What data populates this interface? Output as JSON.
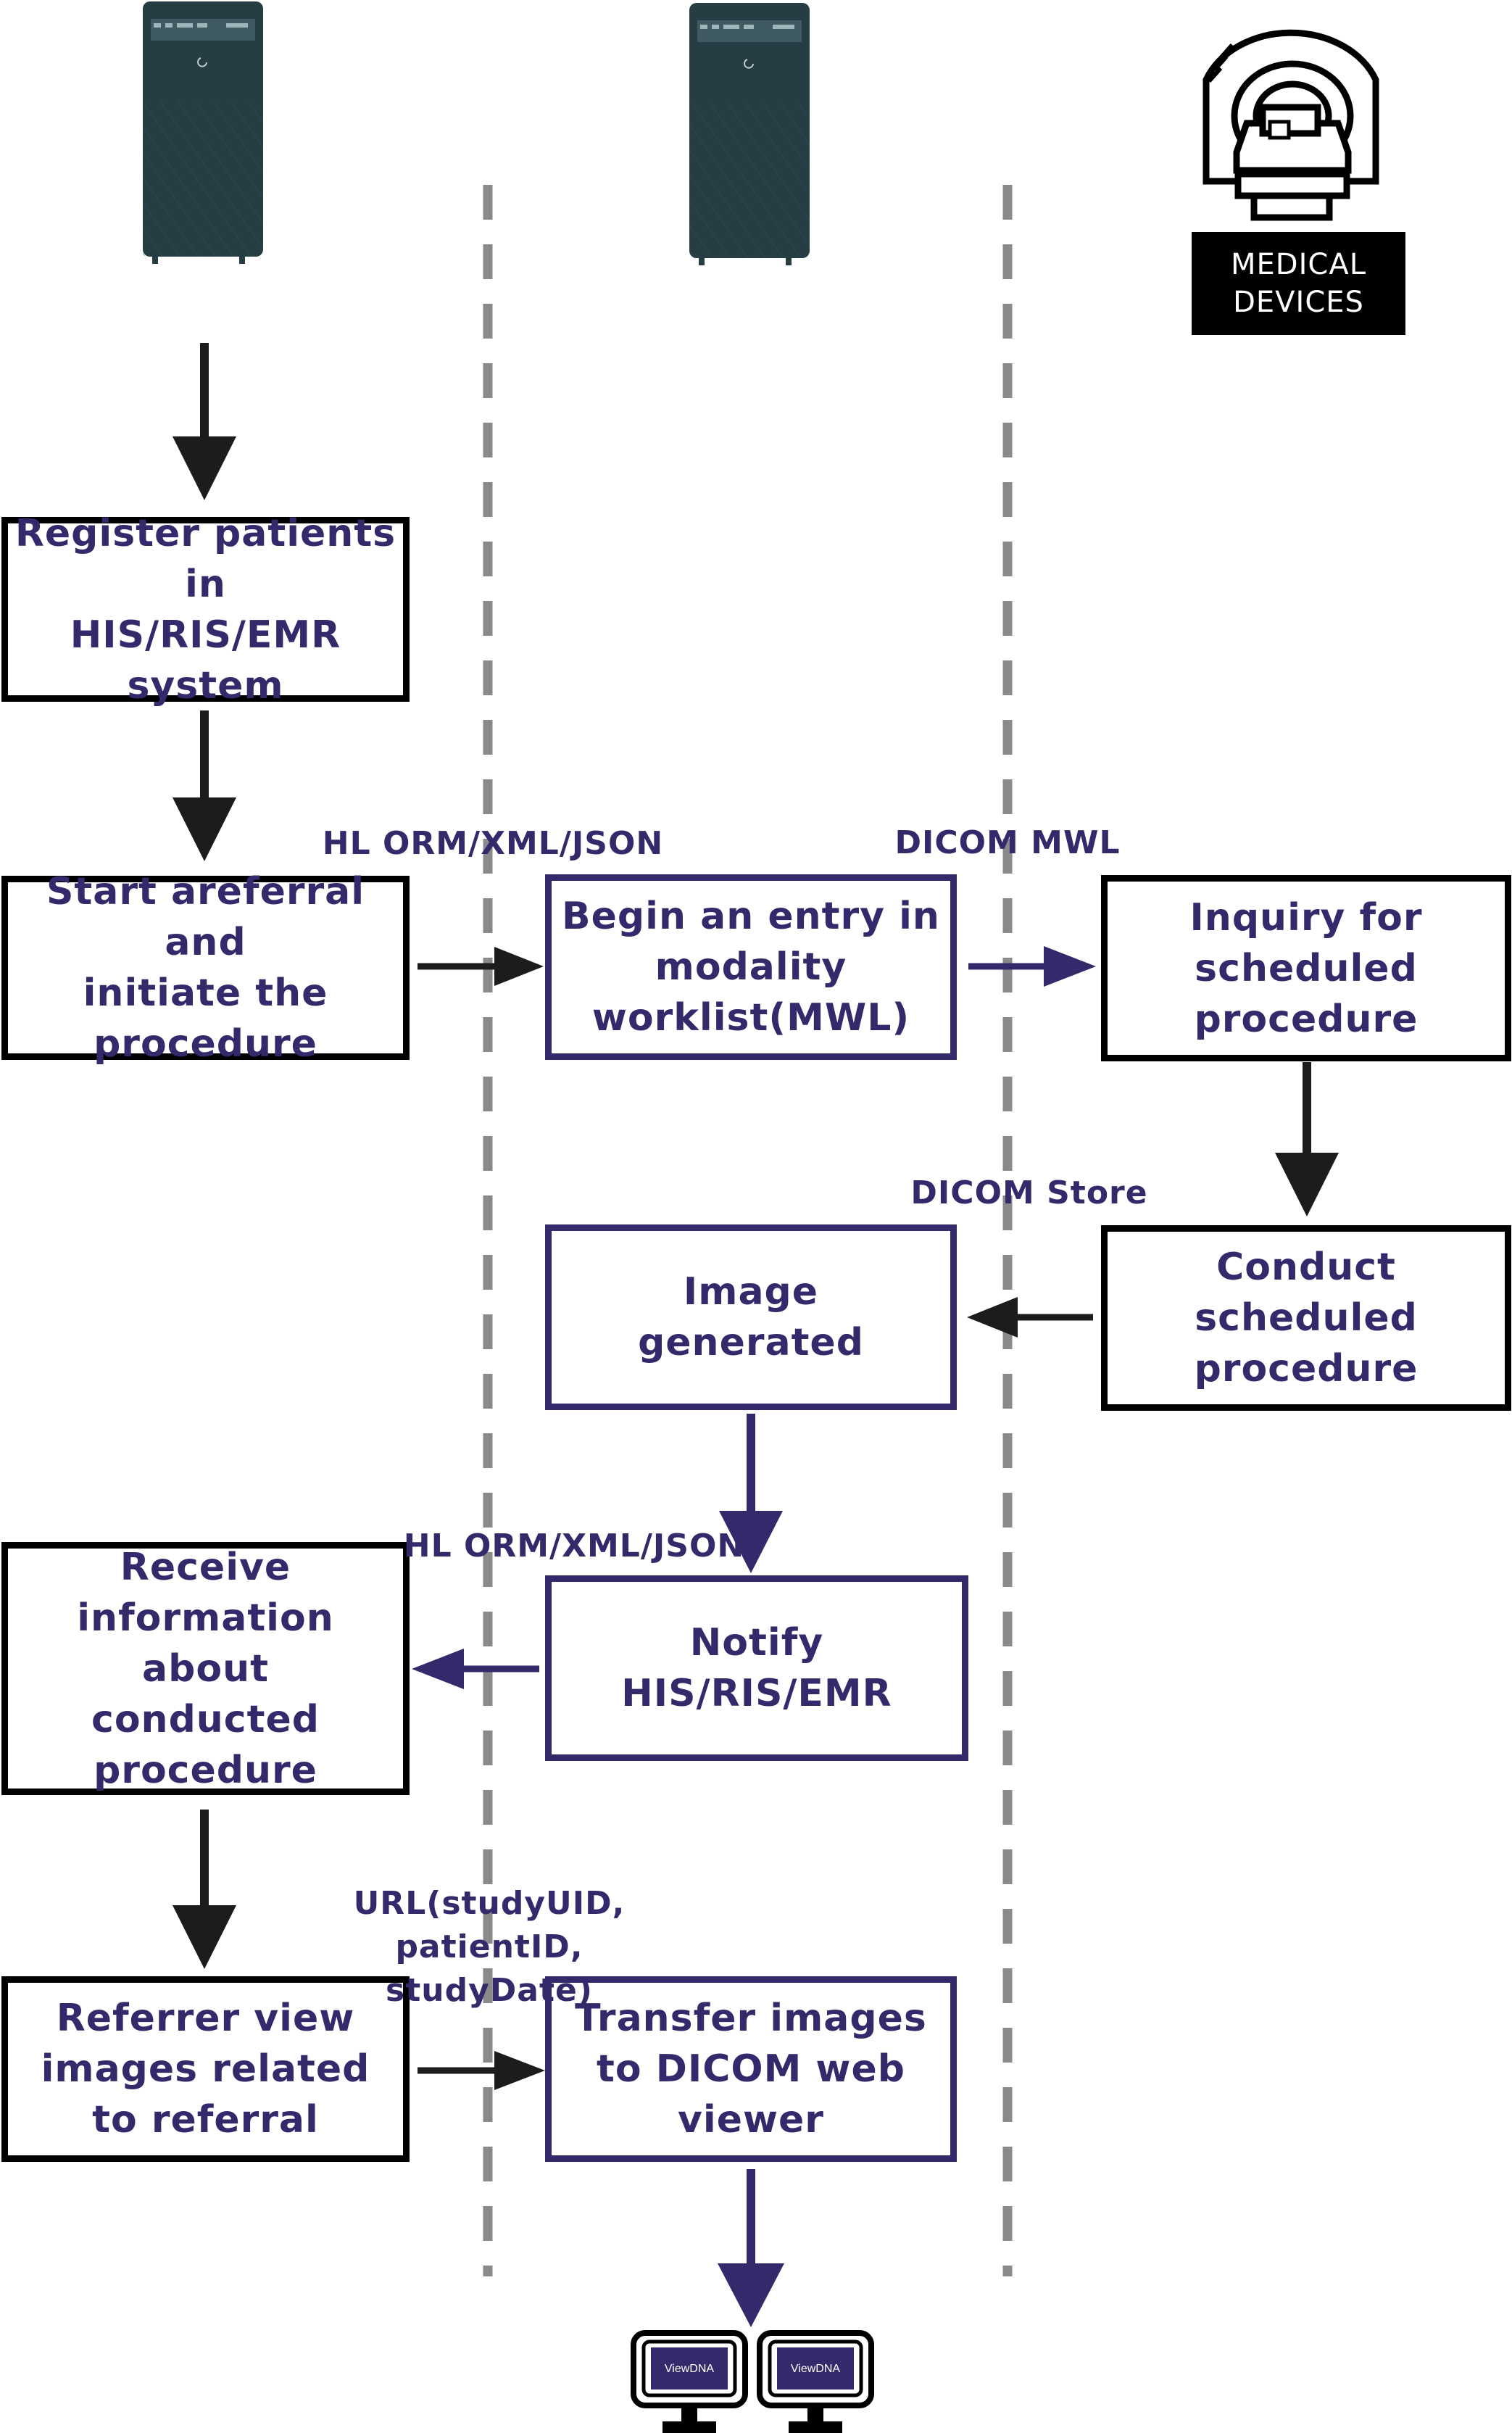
{
  "boxes": {
    "register": "Register patients in\nHIS/RIS/EMR\nsystem",
    "start_referral": "Start areferral and\ninitiate the\nprocedure",
    "begin_entry": "Begin an entry in\nmodality\nworklist(MWL)",
    "inquiry": "Inquiry for\nscheduled\nprocedure",
    "conduct": "Conduct\nscheduled\nprocedure",
    "image_generated": "Image\ngenerated",
    "receive_info": "Receive\ninformation about\nconducted\nprocedure",
    "notify": "Notify\nHIS/RIS/EMR",
    "referrer_view": "Referrer view\nimages related\nto referral",
    "transfer": "Transfer images\nto DICOM web\nviewer"
  },
  "labels": {
    "hl_orm_1": "HL ORM/XML/JSON",
    "dicom_mwl": "DICOM MWL",
    "dicom_store": "DICOM Store",
    "hl_orm_2": "HL ORM/XML/JSON",
    "url": "URL(studyUID, patientID,\nstudyDate)"
  },
  "devices": {
    "medical_devices_label": "MEDICAL\nDEVICES",
    "viewer_brand": "ViewDNA"
  },
  "colors": {
    "purple": "#332a6b",
    "black": "#000000",
    "arrow_dark": "#1c1c1c",
    "dashed_line": "#8a8a8a",
    "server_body": "#263d44",
    "server_panel": "#3f5a62"
  }
}
